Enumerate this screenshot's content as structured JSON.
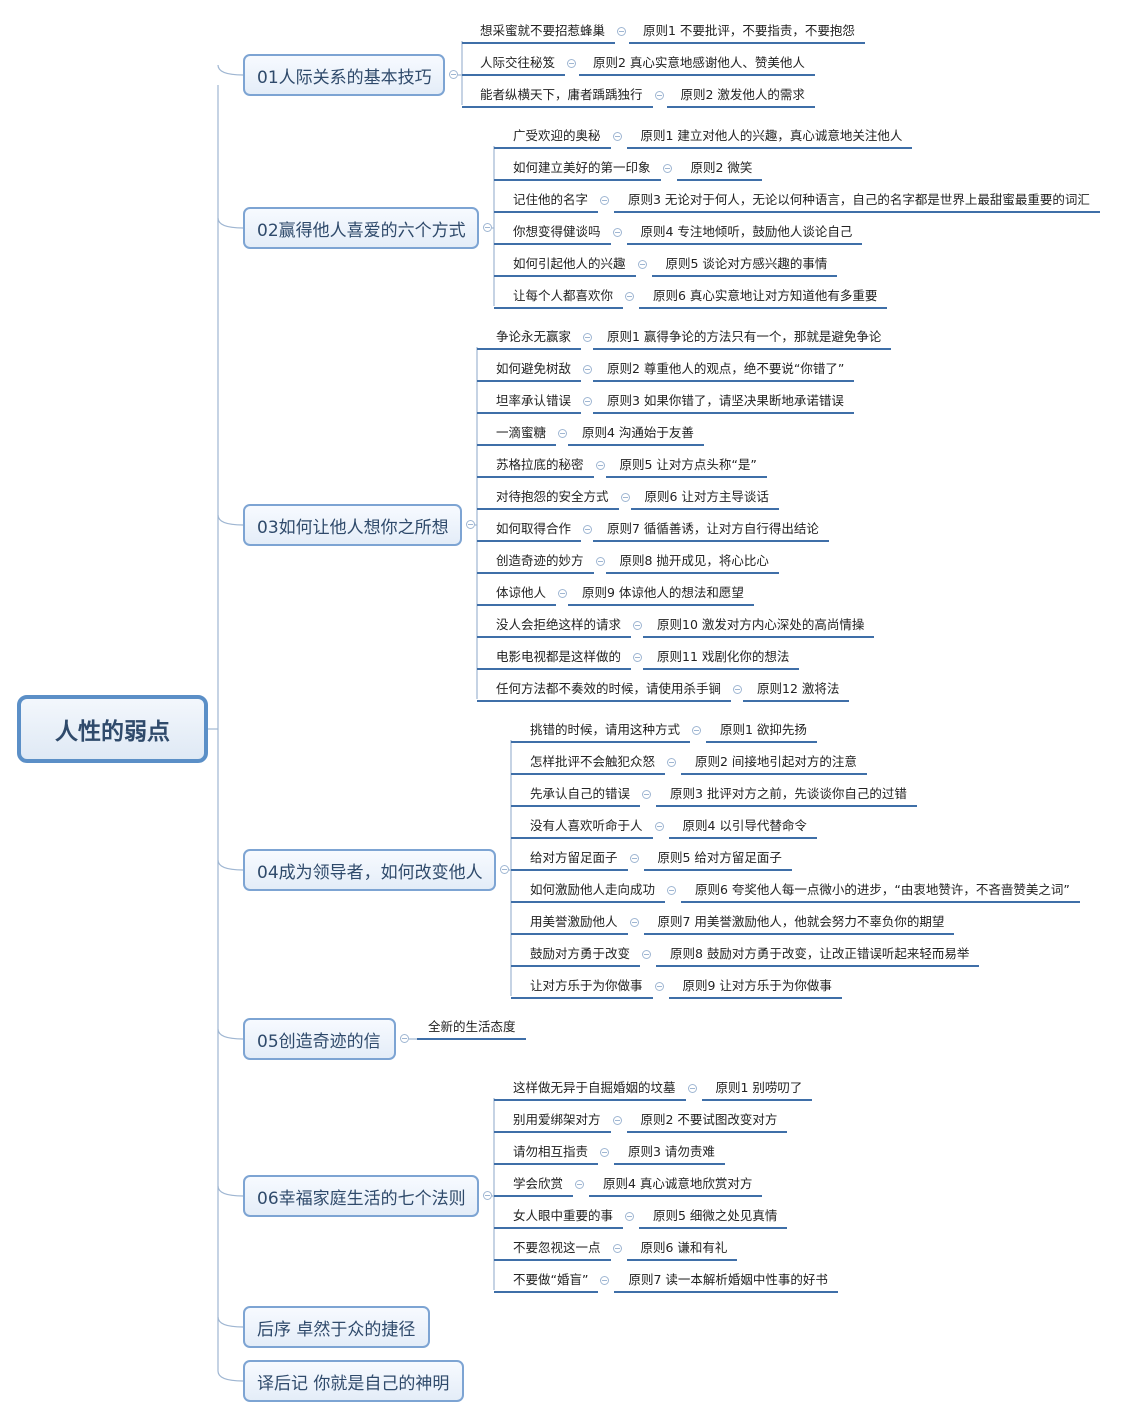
{
  "root": {
    "title": "人性的弱点"
  },
  "sections": [
    {
      "title": "01人际关系的基本技巧",
      "items": [
        {
          "topic": "想采蜜就不要招惹蜂巢",
          "principle": "原则1 不要批评，不要指责，不要抱怨"
        },
        {
          "topic": "人际交往秘笈",
          "principle": "原则2 真心实意地感谢他人、赞美他人"
        },
        {
          "topic": "能者纵横天下，庸者踽踽独行",
          "principle": "原则2 激发他人的需求"
        }
      ]
    },
    {
      "title": "02赢得他人喜爱的六个方式",
      "items": [
        {
          "topic": "广受欢迎的奥秘",
          "principle": "原则1 建立对他人的兴趣，真心诚意地关注他人"
        },
        {
          "topic": "如何建立美好的第一印象",
          "principle": "原则2 微笑"
        },
        {
          "topic": "记住他的名字",
          "principle": "原则3 无论对于何人，无论以何种语言，自己的名字都是世界上最甜蜜最重要的词汇"
        },
        {
          "topic": "你想变得健谈吗",
          "principle": "原则4 专注地倾听，鼓励他人谈论自己"
        },
        {
          "topic": "如何引起他人的兴趣",
          "principle": "原则5 谈论对方感兴趣的事情"
        },
        {
          "topic": "让每个人都喜欢你",
          "principle": "原则6 真心实意地让对方知道他有多重要"
        }
      ]
    },
    {
      "title": "03如何让他人想你之所想",
      "items": [
        {
          "topic": "争论永无赢家",
          "principle": "原则1 赢得争论的方法只有一个，那就是避免争论"
        },
        {
          "topic": "如何避免树敌",
          "principle": "原则2 尊重他人的观点，绝不要说“你错了”"
        },
        {
          "topic": "坦率承认错误",
          "principle": "原则3 如果你错了，请坚决果断地承诺错误"
        },
        {
          "topic": "一滴蜜糖",
          "principle": "原则4 沟通始于友善"
        },
        {
          "topic": "苏格拉底的秘密",
          "principle": "原则5 让对方点头称“是”"
        },
        {
          "topic": "对待抱怨的安全方式",
          "principle": "原则6 让对方主导谈话"
        },
        {
          "topic": "如何取得合作",
          "principle": "原则7 循循善诱，让对方自行得出结论"
        },
        {
          "topic": "创造奇迹的妙方",
          "principle": "原则8 抛开成见，将心比心"
        },
        {
          "topic": "体谅他人",
          "principle": "原则9 体谅他人的想法和愿望"
        },
        {
          "topic": "没人会拒绝这样的请求",
          "principle": "原则10 激发对方内心深处的高尚情操"
        },
        {
          "topic": "电影电视都是这样做的",
          "principle": "原则11 戏剧化你的想法"
        },
        {
          "topic": "任何方法都不奏效的时候，请使用杀手锏",
          "principle": "原则12 激将法"
        }
      ]
    },
    {
      "title": "04成为领导者，如何改变他人",
      "items": [
        {
          "topic": "挑错的时候，请用这种方式",
          "principle": "原则1 欲抑先扬"
        },
        {
          "topic": "怎样批评不会触犯众怒",
          "principle": "原则2 间接地引起对方的注意"
        },
        {
          "topic": "先承认自己的错误",
          "principle": "原则3 批评对方之前，先谈谈你自己的过错"
        },
        {
          "topic": "没有人喜欢听命于人",
          "principle": "原则4 以引导代替命令"
        },
        {
          "topic": "给对方留足面子",
          "principle": "原则5 给对方留足面子"
        },
        {
          "topic": "如何激励他人走向成功",
          "principle": "原则6 夸奖他人每一点微小的进步，“由衷地赞许，不吝啬赞美之词”"
        },
        {
          "topic": "用美誉激励他人",
          "principle": "原则7 用美誉激励他人，他就会努力不辜负你的期望"
        },
        {
          "topic": "鼓励对方勇于改变",
          "principle": "原则8 鼓励对方勇于改变，让改正错误听起来轻而易举"
        },
        {
          "topic": "让对方乐于为你做事",
          "principle": "原则9 让对方乐于为你做事"
        }
      ]
    },
    {
      "title": "05创造奇迹的信",
      "items": [
        {
          "topic": "全新的生活态度",
          "principle": ""
        }
      ]
    },
    {
      "title": "06幸福家庭生活的七个法则",
      "items": [
        {
          "topic": "这样做无异于自掘婚姻的坟墓",
          "principle": "原则1 别唠叨了"
        },
        {
          "topic": "别用爱绑架对方",
          "principle": "原则2 不要试图改变对方"
        },
        {
          "topic": "请勿相互指责",
          "principle": "原则3 请勿责难"
        },
        {
          "topic": "学会欣赏",
          "principle": "原则4 真心诚意地欣赏对方"
        },
        {
          "topic": "女人眼中重要的事",
          "principle": "原则5 细微之处见真情"
        },
        {
          "topic": "不要忽视这一点",
          "principle": "原则6 谦和有礼"
        },
        {
          "topic": "不要做“婚盲”",
          "principle": "原则7 读一本解析婚姻中性事的好书"
        }
      ]
    },
    {
      "title": "后序 卓然于众的捷径",
      "items": []
    },
    {
      "title": "译后记 你就是自己的神明",
      "items": []
    }
  ],
  "colors": {
    "line": "#3f6fa8",
    "box_border": "#7da4d3",
    "root_border": "#5b8fc7",
    "branch": "#9fb6d2"
  },
  "icons": {
    "collapse": "collapse-toggle-icon"
  }
}
